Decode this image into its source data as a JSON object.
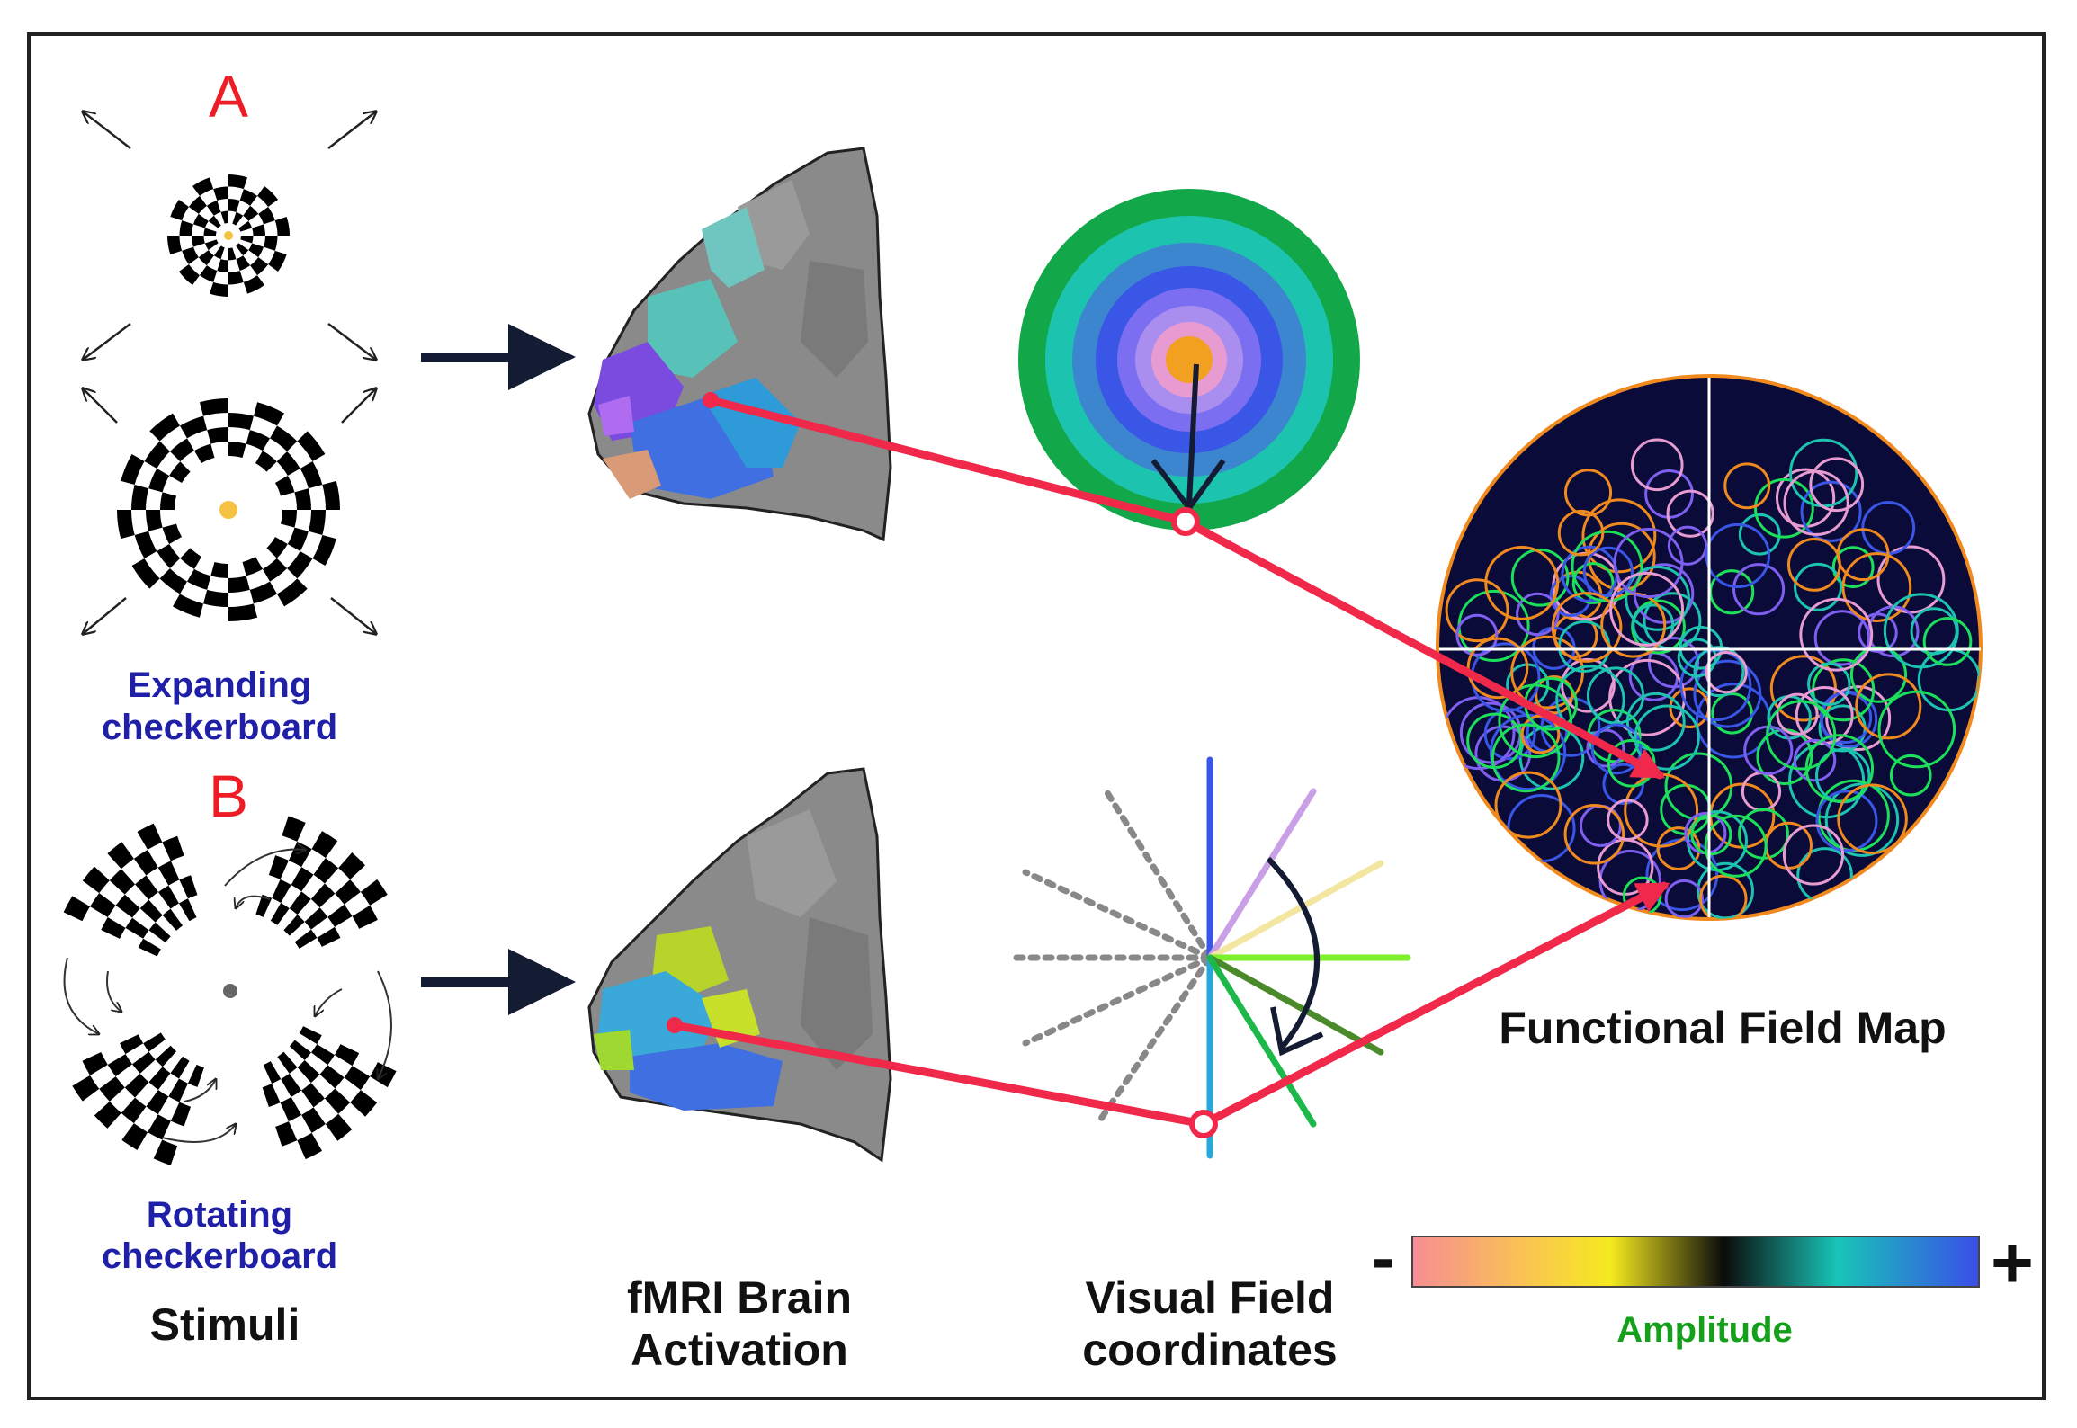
{
  "panel_a_label": "A",
  "panel_b_label": "B",
  "expanding_label": [
    "Expanding",
    "checkerboard"
  ],
  "rotating_label": [
    "Rotating",
    "checkerboard"
  ],
  "stimuli_label": "Stimuli",
  "fmri_label": [
    "fMRI Brain",
    "Activation"
  ],
  "visual_field_label": [
    "Visual Field",
    "coordinates"
  ],
  "ffm_label": "Functional Field Map",
  "amplitude_label": "Amplitude",
  "minus_sign": "-",
  "plus_sign": "+",
  "colors": {
    "panel_letter": "#ee1c24",
    "stimulus_caption": "#1f1fa8",
    "amplitude_text": "#14a01a",
    "red_link": "#f0284a",
    "arrow": "#141c33",
    "map_background": "#0b0b3a",
    "map_border": "#f08a1e",
    "eccentricity_rings": [
      "#12a84a",
      "#1cc4b0",
      "#3c86d0",
      "#3a56e6",
      "#7c6ef0",
      "#a98ef0",
      "#e79bd0",
      "#f2a020"
    ],
    "prf_circles": [
      "#1ce05a",
      "#1cc4b0",
      "#7f5ff0",
      "#e79bd0",
      "#f08a1e",
      "#3a56e6"
    ],
    "amplitude_scale": [
      "#f78d94",
      "#f9c94b",
      "#f5ea1f",
      "#0b0b0b",
      "#18c5b8",
      "#3a4ee8"
    ]
  }
}
